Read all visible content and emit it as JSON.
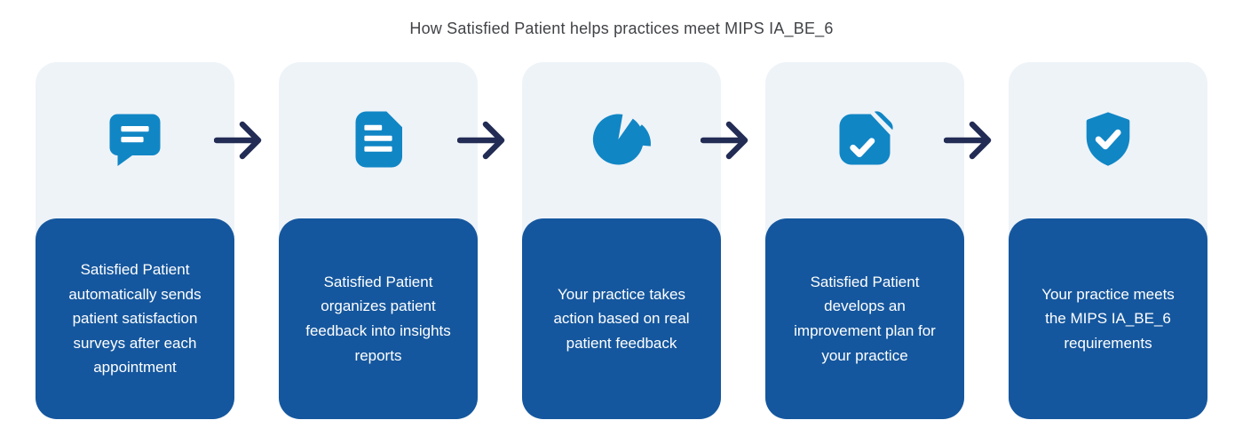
{
  "title": "How Satisfied Patient helps practices meet MIPS IA_BE_6",
  "colors": {
    "card_light_bg": "#eef3f8",
    "card_dark_bg": "#15579e",
    "icon_blue": "#1186c5",
    "arrow_navy": "#222c54",
    "title_text": "#414347",
    "card_text": "#ffffff"
  },
  "steps": [
    {
      "icon": "chat-bubble-icon",
      "text": "Satisfied Patient automatically sends patient satisfaction surveys after each appointment"
    },
    {
      "icon": "document-report-icon",
      "text": "Satisfied Patient organizes patient feedback into insights reports"
    },
    {
      "icon": "pie-chart-icon",
      "text": "Your practice takes action based on real patient feedback"
    },
    {
      "icon": "checked-page-icon",
      "text": "Satisfied Patient develops an improvement plan for your practice"
    },
    {
      "icon": "shield-check-icon",
      "text": "Your practice meets the MIPS IA_BE_6 requirements"
    }
  ]
}
